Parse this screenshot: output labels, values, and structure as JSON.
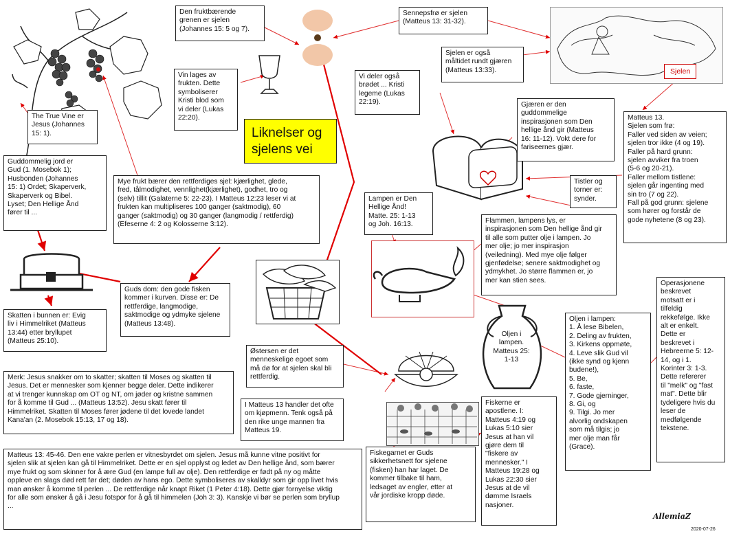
{
  "title": "Liknelser og\nsjelens vei",
  "boxes": {
    "fruit_branch": "Den fruktbærende\ngrenen er sjelen\n(Johannes 15: 5 og 7).",
    "mustard_seed": "Sennepsfrø er sjelen\n(Matteus 13: 31-32).",
    "leaven_meal": "Sjelen er også\nmåltidet rundt gjæren\n(Matteus 13:33).",
    "true_vine": "The True Vine er\nJesus (Johannes\n15: 1).",
    "wine": "Vin lages av\nfrukten. Dette\nsymboliserer\nKristi blod som\nvi deler (Lukas\n22:20).",
    "bread": "Vi deler også\nbrødet ... Kristi\nlegeme (Lukas\n22:19).",
    "yeast": "Gjæren er den\nguddommelige\ninspirasjonen som Den\nhellige ånd gir (Matteus\n16: 11-12). Vokt dere for\nfariseernes gjær.",
    "sower": "Matteus 13.\nSjelen som frø:\nFaller ved siden av veien;\nsjelen tror ikke (4 og 19).\nFaller på hard grunn:\nsjelen avviker fra troen\n(5-6 og 20-21).\n Faller mellom tistlene:\nsjelen går ingenting med\nsin tro (7 og 22).\nFall på god grunn: sjelene\nsom hører og forstår de\ngode nyhetene (8 og 23).",
    "divine_soil": "Guddommelig jord er\nGud (1. Mosebok 1);\nHusbonden (Johannes\n15: 1) Ordet; Skaperverk,\nSkaperverk og Bibel.\nLyset; Den Hellige Ånd\nfører til ...",
    "fruits": "Mye frukt bærer den rettferdiges sjel: kjærlighet, glede,\nfred, tålmodighet, vennlighet(kjærlighet), godhet, tro og\n(selv) tillit (Galaterne 5: 22-23). I Matteus 12:23 leser vi at\nfrukten kan multipliseres 100 ganger (saktmodig), 60\nganger (saktmodig) og 30 ganger (langmodig / rettferdig)\n(Efeserne 4: 2 og Kolosserne 3:12).",
    "thistles": "Tistler og\ntorner er:\nsynder.",
    "lamp_spirit": "Lampen er Den\nHellige Ånd!\nMatte. 25: 1-13\nog Joh. 16:13.",
    "flame": "Flammen, lampens lys, er\ninspirasjonen som Den hellige ånd gir\ntil alle som putter olje i lampen. Jo\nmer olje; jo mer inspirasjon\n(veiledning). Med mye olje følger\ngjenfødelse; senere saktmodighet og\nydmykhet. Jo større flammen er, jo\nmer kan stien sees.",
    "judgement": "Guds dom: den gode fisken\nkommer i kurven. Disse er: De\nrettferdige, langmodige,\nsaktmodige og ydmyke sjelene\n(Matteus 13:48).",
    "treasure": "Skatten i bunnen er: Evig\nliv i Himmelriket (Matteus\n13:44) etter bryllupet\n(Matteus 25:10).",
    "oyster": "Østersen er det\nmenneskelige egoet som\nmå dø for at sjelen skal bli\nrettferdig.",
    "operations": "Operasjonene\nbeskrevet\nmotsatt er i\ntilfeldig\nrekkefølge. Ikke\nalt er enkelt.\nDette er\nbeskrevet i\nHebreerne 5: 12-\n14, og i 1.\nKorinter 3: 1-3.\nDette refererer\ntil \"melk\" og \"fast\nmat\". Dette blir\ntydeligere hvis du\nleser de\nmedfølgende\ntekstene.",
    "oil_jar": "Oljen i\nlampen.\nMatteus 25:\n1-13",
    "oil_list": "Oljen i lampen:\n1. Å lese Bibelen,\n2. Deling av frukten,\n3. Kirkens oppmøte,\n4. Leve slik Gud vil\n(ikke synd og kjenn\nbudene!),\n5. Be,\n6. faste,\n7. Gode gjerninger,\n8. Gi, og\n9. Tilgi. Jo mer\nalvorlig ondskapen\nsom må tilgis; jo\nmer olje man får\n(Grace).",
    "remark": "Merk: Jesus snakker om to skatter; skatten til Moses og skatten til\nJesus. Det er mennesker som kjenner begge deler. Dette indikerer\nat vi trenger kunnskap om OT og NT, om jøder og kristne sammen\nfor å komme til Gud ... (Matteus 13:52). Jesu skatt fører til\nHimmelriket. Skatten til Moses fører jødene til det lovede landet\nKana'an (2. Mosebok 15:13, 17 og 18).",
    "merchant": "I Matteus 13 handler det ofte\nom kjøpmenn. Tenk også på\nden rike unge mannen fra\nMatteus 19.",
    "fishers": "Fiskerne er\napostlene. I:\nMatteus 4:19 og\nLukas 5:10 sier\nJesus at han vil\ngjøre dem til\n\"fiskere av\nmennesker.\" I\nMatteus 19:28 og\nLukas 22:30 sier\nJesus at de vil\ndømme Israels\nnasjoner.",
    "net": "Fiskegarnet er Guds\nsikkerhetsnett for sjelene\n(fisken) han har laget. De\nkommer tilbake til ham,\nledsaget av engler, etter at\nvår jordiske kropp døde.",
    "pearl": "Matteus 13: 45-46. Den ene vakre perlen er vitnesbyrdet om sjelen. Jesus må kunne vitne positivt for\nsjelen slik at sjelen kan gå til Himmelriket. Dette er en sjel opplyst og ledet av Den hellige ånd, som bærer\nmye frukt og som skinner for å ære Gud (en lampe full av olje). Den rettferdige er født på ny og måtte\noppleve en slags død rett før det; døden av hans ego. Dette symboliseres av skalldyr som gir opp livet hvis\nman ønsker å komme til perlen ... De rettferdige når knapt Riket (1 Peter 4:18). Dette gjør fornyelse viktig\nfor alle som ønsker å gå i Jesu fotspor for å gå til himmelen (Joh 3: 3). Kanskje vi bør se perlen som bryllup\n..."
  },
  "soul_label": "Sjelen",
  "signature": "AllemiaZ",
  "date": "2020-07-26",
  "colors": {
    "title_bg": "#ffff00",
    "arrow": "#e00000",
    "line": "#d33"
  }
}
